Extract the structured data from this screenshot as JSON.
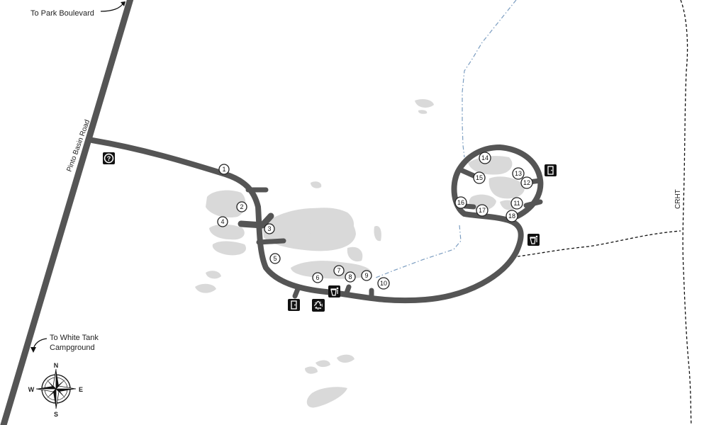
{
  "labels": {
    "park_boulevard": "To Park Boulevard",
    "pinto_basin_road": "Pinto Basin Road",
    "white_tank_line1": "To White Tank",
    "white_tank_line2": "Campground",
    "crht": "CRHT"
  },
  "compass": {
    "north": "N",
    "south": "S",
    "east": "E",
    "west": "W"
  },
  "sites": {
    "s1": "1",
    "s2": "2",
    "s3": "3",
    "s4": "4",
    "s5": "5",
    "s6": "6",
    "s7": "7",
    "s8": "8",
    "s9": "9",
    "s10": "10",
    "s11": "11",
    "s12": "12",
    "s13": "13",
    "s14": "14",
    "s15": "15",
    "s16": "16",
    "s17": "17",
    "s18": "18"
  },
  "icons": {
    "info": "information-icon",
    "toilet": "restroom-icon",
    "trash": "trash-can-icon",
    "recycle": "recycling-icon"
  },
  "colors": {
    "road": "#555555",
    "rock": "#d9d9d9",
    "trail_blue": "#7a9cc0",
    "trail_black": "#111111"
  }
}
